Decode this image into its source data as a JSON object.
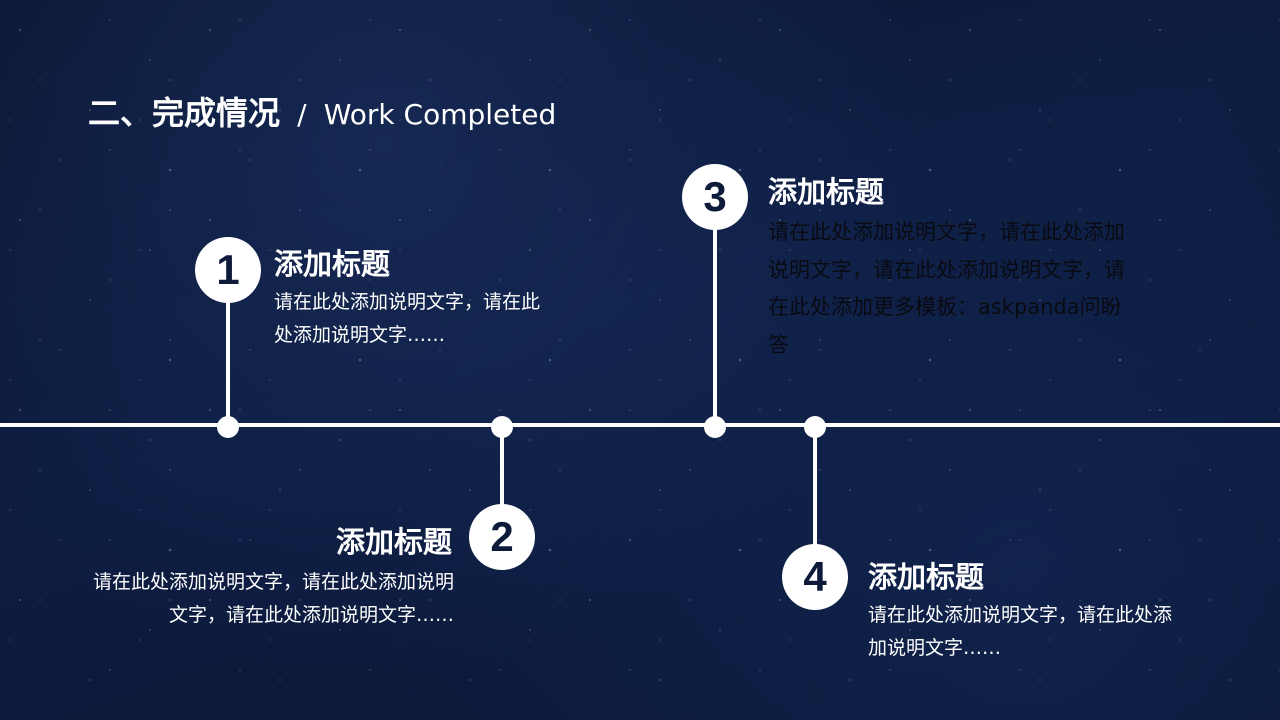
{
  "title": {
    "main": "二、完成情况",
    "separator": "/",
    "sub": "Work Completed"
  },
  "milestones": [
    {
      "number": "1",
      "heading": "添加标题",
      "text": "请在此处添加说明文字，请在此处添加说明文字……"
    },
    {
      "number": "2",
      "heading": "添加标题",
      "text": "请在此处添加说明文字，请在此处添加说明文字，请在此处添加说明文字……"
    },
    {
      "number": "3",
      "heading": "添加标题",
      "text": "请在此处添加说明文字，请在此处添加说明文字，请在此处添加说明文字，请在此处添加更多模板：askpanda问盼答"
    },
    {
      "number": "4",
      "heading": "添加标题",
      "text": "请在此处添加说明文字，请在此处添加说明文字……"
    }
  ],
  "colors": {
    "background": "#0d1c40",
    "accent": "#ffffff"
  }
}
